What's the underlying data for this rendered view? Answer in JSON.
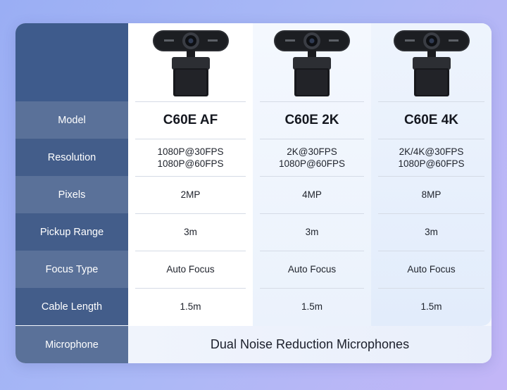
{
  "labels": [
    "Model",
    "Resolution",
    "Pixels",
    "Pickup Range",
    "Focus Type",
    "Cable Length",
    "Microphone"
  ],
  "products": [
    {
      "model": "C60E AF",
      "resolution": [
        "1080P@30FPS",
        "1080P@60FPS"
      ],
      "pixels": "2MP",
      "pickup_range": "3m",
      "focus_type": "Auto Focus",
      "cable_length": "1.5m"
    },
    {
      "model": "C60E 2K",
      "resolution": [
        "2K@30FPS",
        "1080P@60FPS"
      ],
      "pixels": "4MP",
      "pickup_range": "3m",
      "focus_type": "Auto Focus",
      "cable_length": "1.5m"
    },
    {
      "model": "C60E 4K",
      "resolution": [
        "2K/4K@30FPS",
        "1080P@60FPS"
      ],
      "pixels": "8MP",
      "pickup_range": "3m",
      "focus_type": "Auto Focus",
      "cable_length": "1.5m"
    }
  ],
  "microphone": "Dual Noise Reduction Microphones",
  "colors": {
    "label_dark": "#435d8a",
    "label_light": "#5a7199",
    "background": "#a9b8f6"
  },
  "icons": [
    "webcam-image"
  ]
}
